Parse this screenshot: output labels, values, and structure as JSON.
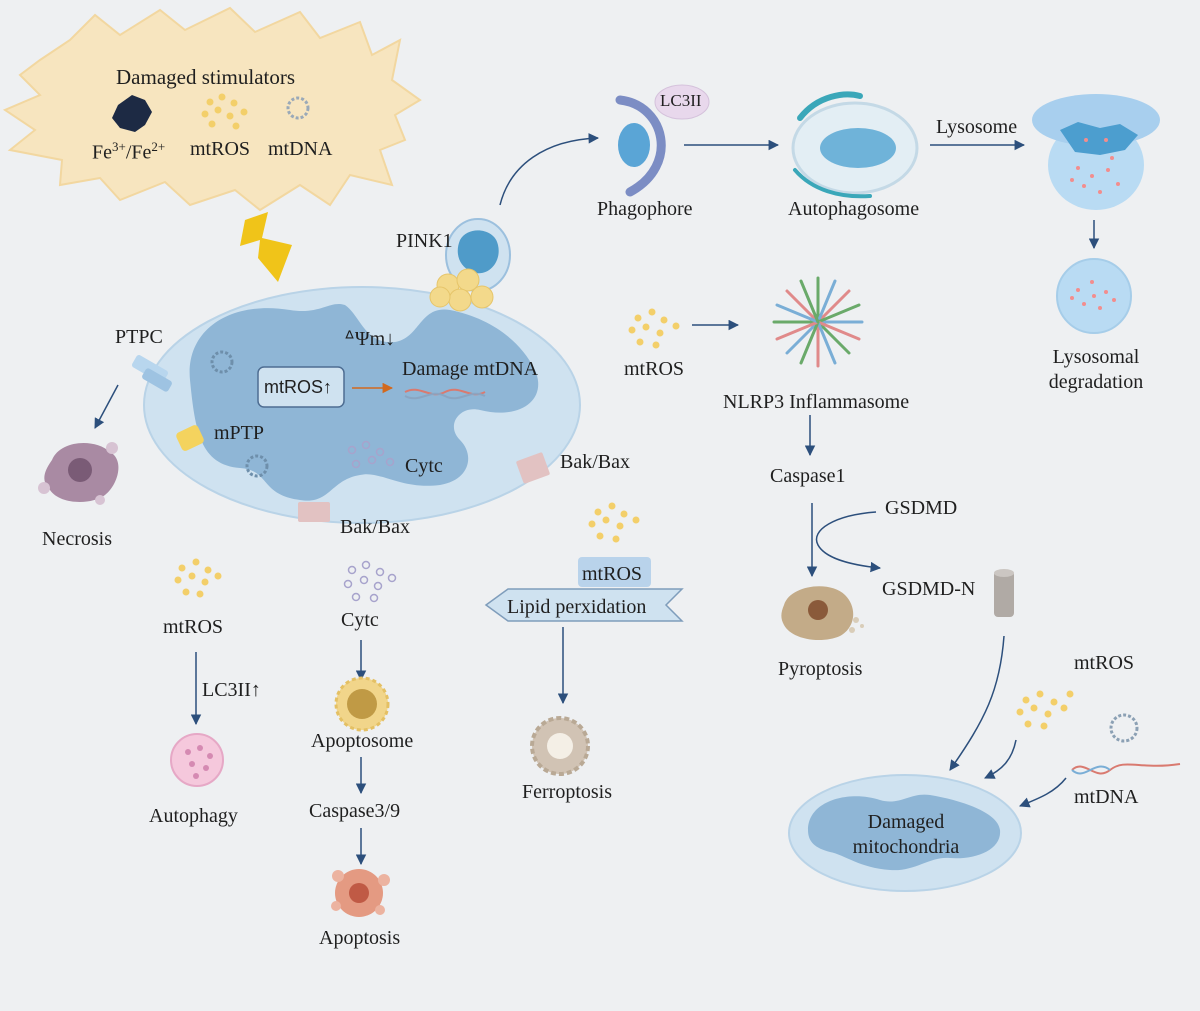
{
  "colors": {
    "background": "#eef0f2",
    "stimulator_cell": "#f7e5bf",
    "mito_outer": "#cfe2f0",
    "mito_inner": "#8fb6d6",
    "arrow": "#2c4f7c",
    "ros_dot": "#f3cf6a"
  },
  "stimulators": {
    "title": "Damaged stimulators",
    "iron": "Fe3+/Fe2+",
    "iron_base": "Fe",
    "iron_sup1": "3+",
    "iron_mid": "/Fe",
    "iron_sup2": "2+",
    "ros": "mtROS",
    "dna": "mtDNA"
  },
  "mitochondrion": {
    "pink1": "PINK1",
    "ptpc": "PTPC",
    "delta_psi": "ᐞΨm↓",
    "mtros_box": "mtROS↑",
    "damage_mtdna": "Damage mtDNA",
    "mptp": "mPTP",
    "cytc": "Cytc",
    "bak_bax_right": "Bak/Bax",
    "bak_bax_bottom": "Bak/Bax"
  },
  "mitophagy": {
    "lc3ii": "LC3II",
    "phagophore": "Phagophore",
    "autophagosome": "Autophagosome",
    "lysosome": "Lysosome",
    "lysosomal_degradation_1": "Lysosomal",
    "lysosomal_degradation_2": "degradation"
  },
  "pyroptosis_path": {
    "mtros": "mtROS",
    "nlrp3": "NLRP3 Inflammasome",
    "caspase1": "Caspase1",
    "gsdmd": "GSDMD",
    "gsdmd_n": "GSDMD-N",
    "pyroptosis": "Pyroptosis"
  },
  "necrosis_path": {
    "necrosis": "Necrosis"
  },
  "autophagy_path": {
    "mtros": "mtROS",
    "lc3ii_up": "LC3II↑",
    "autophagy": "Autophagy"
  },
  "apoptosis_path": {
    "cytc": "Cytc",
    "apoptosome": "Apoptosome",
    "caspase39": "Caspase3/9",
    "apoptosis": "Apoptosis"
  },
  "ferroptosis_path": {
    "mtros": "mtROS",
    "lipid": "Lipid perxidation",
    "ferroptosis": "Ferroptosis"
  },
  "damaged_mito": {
    "mtros": "mtROS",
    "mtdna": "mtDNA",
    "label_1": "Damaged",
    "label_2": "mitochondria"
  }
}
